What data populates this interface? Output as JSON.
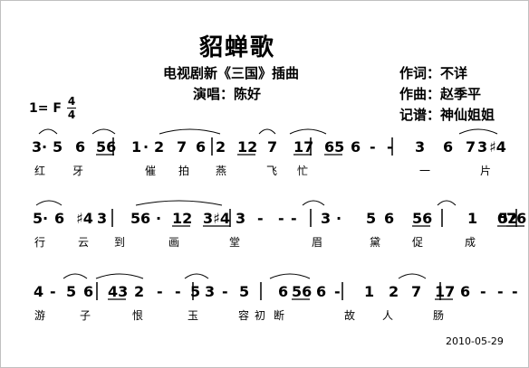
{
  "title": "貂蝉歌",
  "subtitle": "电视剧新《三国》插曲",
  "singer": "演唱：陈好",
  "lyricist": "作词：不详",
  "composer": "作曲：赵季平",
  "transcriber": "记谱：神仙姐姐",
  "key": "1= F",
  "time_sig": {
    "num": "4",
    "den": "4"
  },
  "date": "2010-05-29",
  "lines": [
    {
      "notes": [
        "3",
        "·",
        "5",
        "6",
        "56",
        "|",
        "1",
        "·",
        "2",
        "7",
        "6",
        "|",
        "2",
        "12",
        "7",
        "17",
        "|",
        "65",
        "6",
        "-",
        "-",
        "|",
        "3",
        "6",
        "7",
        "3",
        "♯4"
      ],
      "lyrics": [
        {
          "t": "红"
        },
        {
          "t": "牙"
        },
        {
          "t": "催"
        },
        {
          "t": "拍"
        },
        {
          "t": "燕"
        },
        {
          "t": "飞"
        },
        {
          "t": "忙"
        },
        {
          "t": "一"
        },
        {
          "t": "片"
        }
      ]
    },
    {
      "notes": [
        "5",
        "·",
        "6",
        "♯4",
        "3",
        "|",
        "5",
        "6",
        "·",
        "12",
        "3♯4",
        "|",
        "3",
        "-",
        "-",
        "-",
        "|",
        "3",
        "·",
        "5",
        "6",
        "56",
        "|",
        "1",
        "02",
        "76",
        "5",
        "|"
      ],
      "lyrics": [
        {
          "t": "行"
        },
        {
          "t": "云"
        },
        {
          "t": "到"
        },
        {
          "t": "画"
        },
        {
          "t": "堂"
        },
        {
          "t": "眉"
        },
        {
          "t": "黛"
        },
        {
          "t": "促"
        },
        {
          "t": "成"
        }
      ]
    },
    {
      "notes": [
        "4",
        "-",
        "5",
        "6",
        "|",
        "43",
        "2",
        "-",
        "-",
        "|",
        "5",
        "3",
        "-",
        "5",
        "|",
        "6",
        "56",
        "6",
        "-",
        "|",
        "1",
        "2",
        "7",
        "17",
        "|",
        "6",
        "-",
        "-",
        "-",
        "‖"
      ],
      "lyrics": [
        {
          "t": "游"
        },
        {
          "t": "子"
        },
        {
          "t": "恨"
        },
        {
          "t": "玉"
        },
        {
          "t": "容"
        },
        {
          "t": "初"
        },
        {
          "t": "断"
        },
        {
          "t": "故"
        },
        {
          "t": "人"
        },
        {
          "t": "肠"
        }
      ]
    }
  ]
}
